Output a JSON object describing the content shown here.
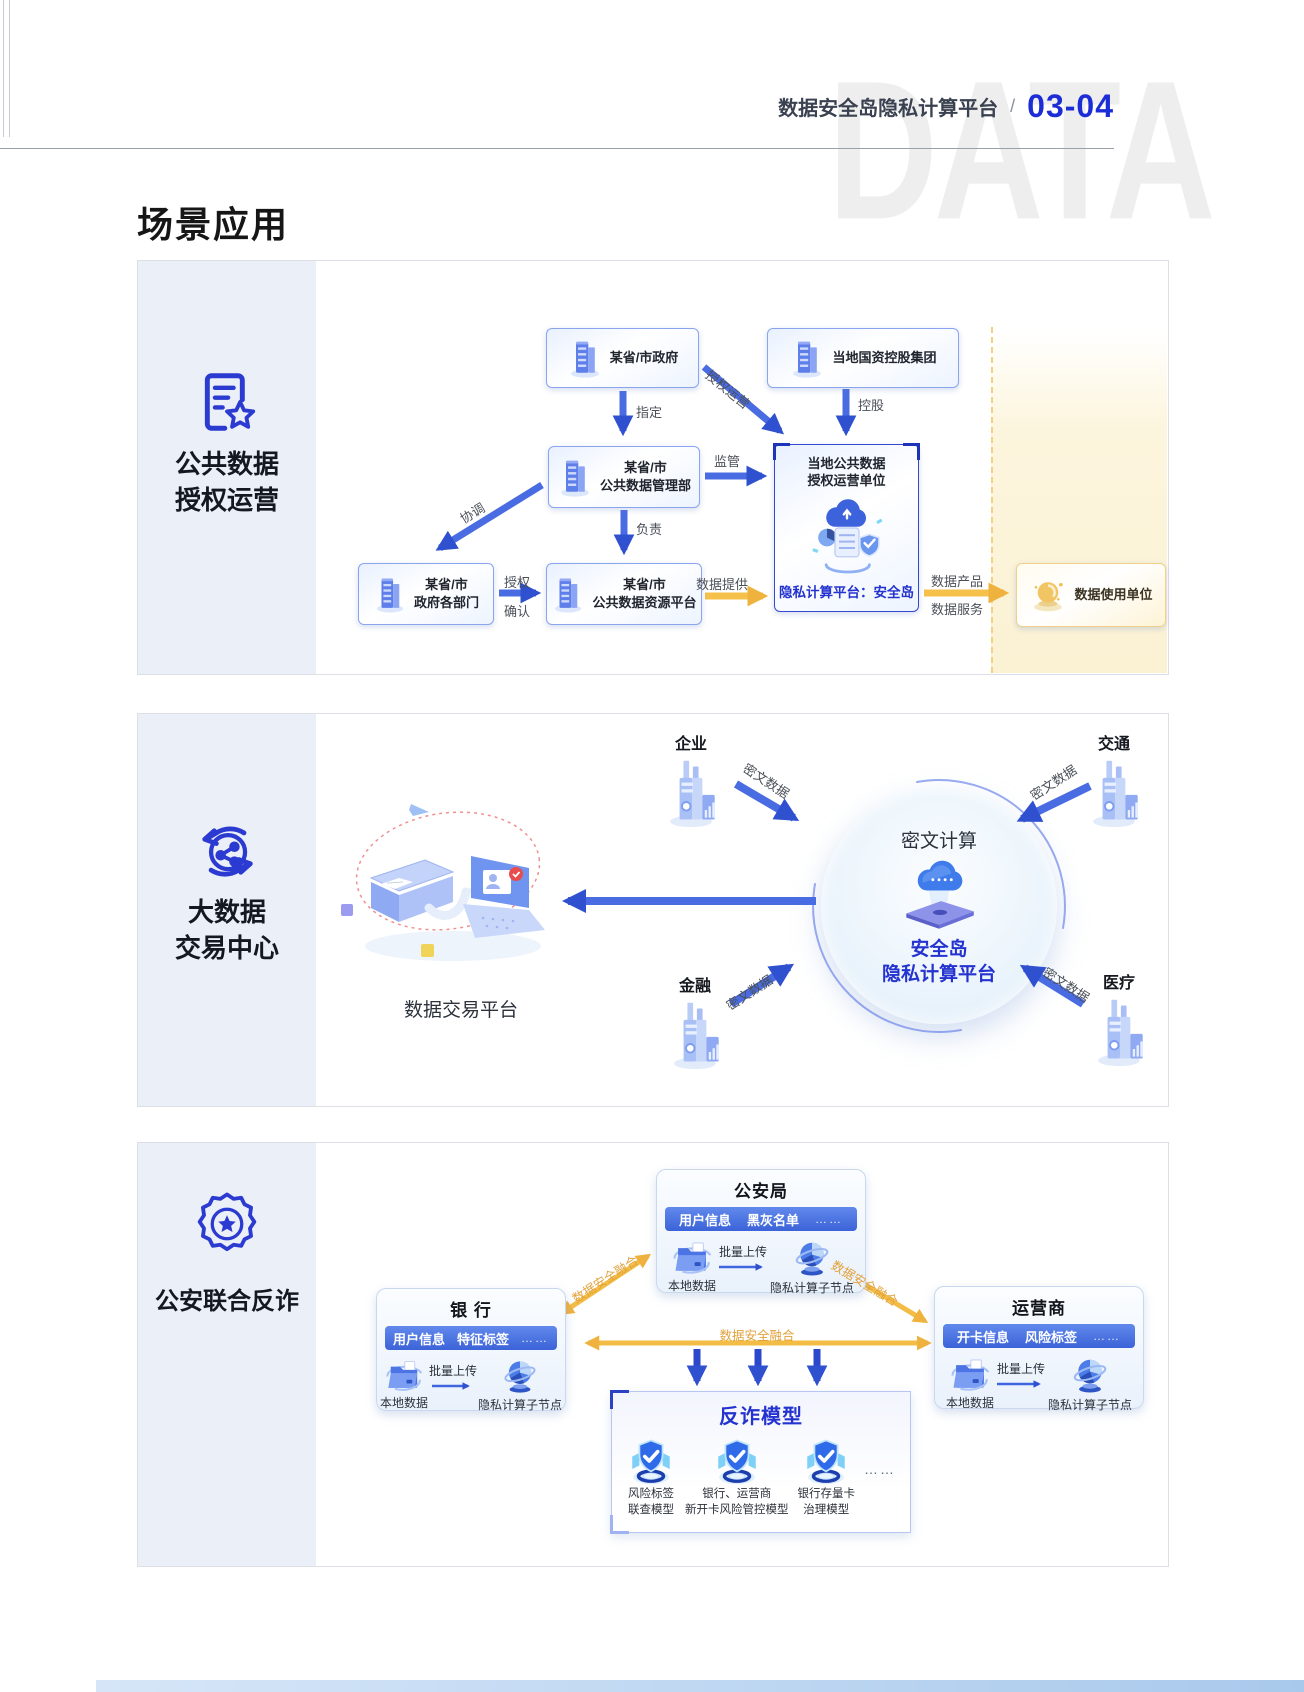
{
  "header": {
    "watermark": "DATA",
    "title": "数据安全岛隐私计算平台",
    "sep": "/",
    "page_no": "03-04"
  },
  "title": "场景应用",
  "s1": {
    "sidebar": {
      "l1": "公共数据",
      "l2": "授权运营"
    },
    "gov": "某省/市政府",
    "soe": "当地国资控股集团",
    "admin": {
      "l1": "某省/市",
      "l2": "公共数据管理部"
    },
    "depts": {
      "l1": "某省/市",
      "l2": "政府各部门"
    },
    "resource": {
      "l1": "某省/市",
      "l2": "公共数据资源平台"
    },
    "operator": {
      "l1": "当地公共数据",
      "l2": "授权运营单位",
      "platform": "隐私计算平台：安全岛"
    },
    "user": "数据使用单位",
    "edges": {
      "appoint": "指定",
      "auth_operate": "授权运营",
      "holding": "控股",
      "supervise": "监管",
      "coordinate": "协调",
      "in_charge": "负责",
      "authorize": "授权",
      "confirm": "确认",
      "provide": "数据提供",
      "product": "数据产品",
      "service": "数据服务"
    }
  },
  "s2": {
    "sidebar": {
      "l1": "大数据",
      "l2": "交易中心"
    },
    "enterprise": "企业",
    "transport": "交通",
    "finance": "金融",
    "medical": "医疗",
    "cipher": "密文数据",
    "compute": "密文计算",
    "island": {
      "l1": "安全岛",
      "l2": "隐私计算平台"
    },
    "platform": "数据交易平台"
  },
  "s3": {
    "sidebar": "公安联合反诈",
    "fuse": "数据安全融合",
    "dots": "……",
    "common": {
      "local": "本地数据",
      "upload": "批量上传",
      "node": "隐私计算子节点"
    },
    "police": {
      "title": "公安局",
      "tag1": "用户信息",
      "tag2": "黑灰名单"
    },
    "bank": {
      "title": "银 行",
      "tag1": "用户信息",
      "tag2": "特征标签"
    },
    "telecom": {
      "title": "运营商",
      "tag1": "开卡信息",
      "tag2": "风险标签"
    },
    "model": {
      "title": "反诈模型",
      "items": [
        {
          "l1": "风险标签",
          "l2": "联查模型"
        },
        {
          "l1": "银行、运营商",
          "l2": "新开卡风险管控模型"
        },
        {
          "l1": "银行存量卡",
          "l2": "治理模型"
        }
      ]
    }
  }
}
